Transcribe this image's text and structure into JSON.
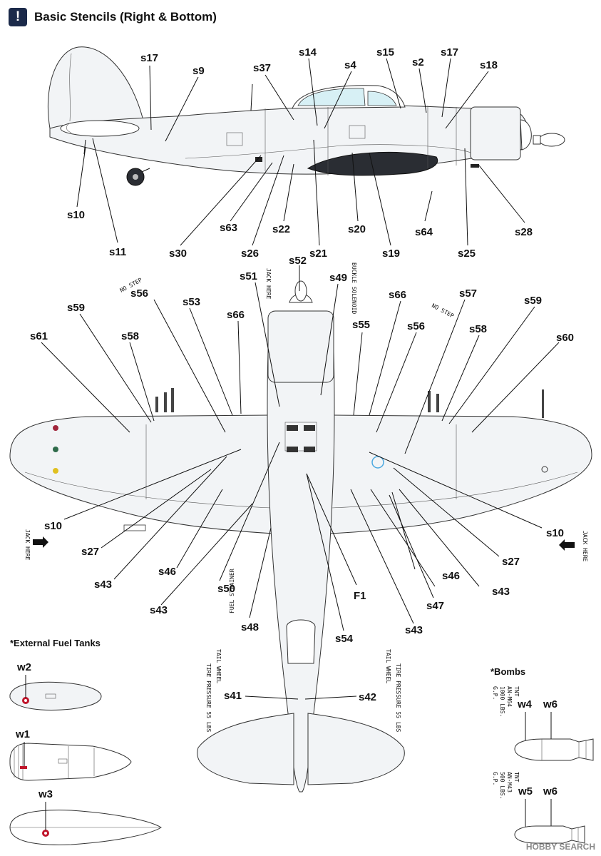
{
  "header": {
    "title": "Basic Stencils (Right & Bottom)",
    "icon": "exclamation-icon"
  },
  "sections": {
    "tanks": "*External Fuel Tanks",
    "bombs": "*Bombs"
  },
  "stencils": {
    "no_step": "NO STEP",
    "jack_here": "JACK HERE",
    "buckle_solenoid": "BUCKLE SOLENOID",
    "tail_wheel": "TAIL WHEEL",
    "tire_pressure": "TIRE PRESSURE 55 LBS",
    "fuel_strainer": "FUEL STRAINER",
    "bomb_1000": [
      "G.P.",
      "1000 LBS.",
      "AN-M64",
      "TNT"
    ],
    "bomb_500": [
      "G.P.",
      "500 LBS.",
      "AN-M43",
      "TNT"
    ]
  },
  "labels": {
    "s17a": "s17",
    "s9": "s9",
    "s37": "s37",
    "s14": "s14",
    "s4": "s4",
    "s15": "s15",
    "s2": "s2",
    "s17b": "s17",
    "s18": "s18",
    "s10a": "s10",
    "s11": "s11",
    "s30": "s30",
    "s63": "s63",
    "s26": "s26",
    "s22": "s22",
    "s21": "s21",
    "s20": "s20",
    "s19": "s19",
    "s64": "s64",
    "s25": "s25",
    "s28": "s28",
    "s52": "s52",
    "s51": "s51",
    "s49": "s49",
    "s56a": "s56",
    "s59a": "s59",
    "s53": "s53",
    "s66a": "s66",
    "s66b": "s66",
    "s57": "s57",
    "s59b": "s59",
    "s55": "s55",
    "s56b": "s56",
    "s58a": "s58",
    "s58b": "s58",
    "s61": "s61",
    "s60": "s60",
    "s10b": "s10",
    "s10c": "s10",
    "s27a": "s27",
    "s27b": "s27",
    "s43a": "s43",
    "s43b": "s43",
    "s43c": "s43",
    "s43d": "s43",
    "s46a": "s46",
    "s46b": "s46",
    "s50": "s50",
    "F1": "F1",
    "s47": "s47",
    "s48": "s48",
    "s54": "s54",
    "s41": "s41",
    "s42": "s42",
    "w2": "w2",
    "w1": "w1",
    "w3": "w3",
    "w4": "w4",
    "w6a": "w6",
    "w5": "w5",
    "w6b": "w6"
  },
  "watermark": "HOBBY SEARCH"
}
